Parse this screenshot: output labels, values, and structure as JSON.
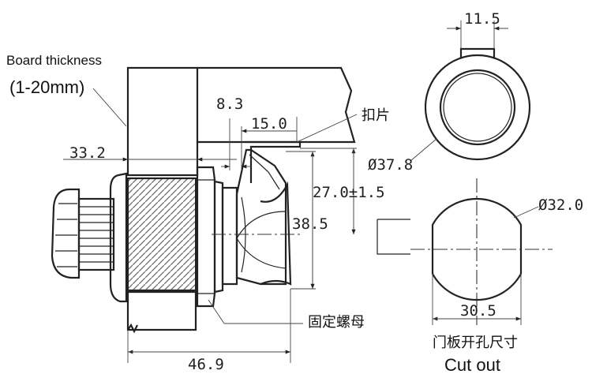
{
  "labels": {
    "board_thickness": "Board thickness",
    "board_range": "(1-20mm)",
    "tab_cn": "扣片",
    "fixing_nut_cn": "固定螺母",
    "cutout_cn": "门板开孔尺寸",
    "cutout_en": "Cut out"
  },
  "dimensions": {
    "d_8_3": "8.3",
    "d_15_0": "15.0",
    "d_33_2": "33.2",
    "d_27_0": "27.0±1.5",
    "d_38_5": "38.5",
    "d_46_9": "46.9",
    "d_11_5": "11.5",
    "d_37_8": "Ø37.8",
    "d_32_0": "Ø32.0",
    "d_30_5": "30.5"
  },
  "colors": {
    "line": "#222222",
    "background": "#ffffff"
  }
}
